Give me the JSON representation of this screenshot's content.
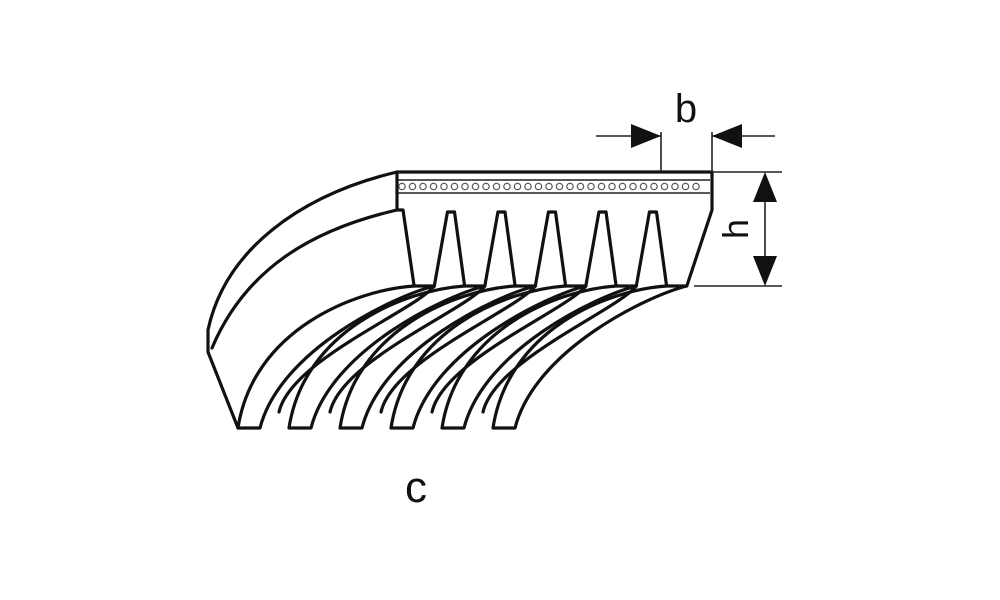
{
  "figure": {
    "dimension_labels": {
      "width": "b",
      "height": "h"
    },
    "caption": "c",
    "rib_count": 6,
    "colors": {
      "line": "#111111",
      "background": "#ffffff",
      "cord": "#555555"
    }
  }
}
